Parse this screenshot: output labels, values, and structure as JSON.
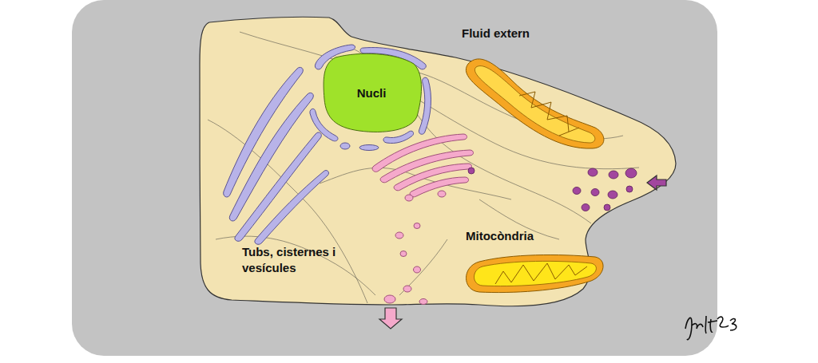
{
  "diagram": {
    "nodes": [
      {
        "text": [
          "Nucli"
        ]
      }
    ],
    "labels": [
      "Fluid extern",
      "Mitocòndria",
      "Tubs, cisternes i vesícules"
    ]
  }
}
